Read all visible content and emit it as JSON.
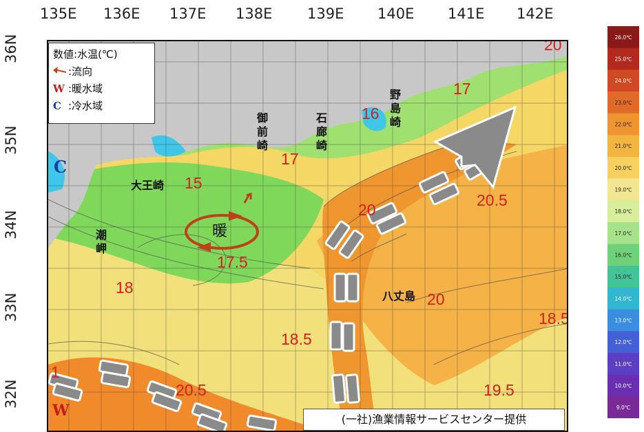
{
  "longitude_labels": [
    "135E",
    "136E",
    "137E",
    "138E",
    "139E",
    "140E",
    "141E",
    "142E"
  ],
  "latitude_labels": [
    "36N",
    "35N",
    "34N",
    "33N",
    "32N"
  ],
  "legend": {
    "items": [
      {
        "symbol": "数値",
        "text": ":水温(℃)"
      },
      {
        "symbol": "arrow-icon",
        "text": ":流向"
      },
      {
        "symbol": "W",
        "text": ":暖水域",
        "color": "#c0201a"
      },
      {
        "symbol": "C",
        "text": ":冷水域",
        "color": "#1a3f9a"
      }
    ]
  },
  "place_labels": {
    "daiosaki": "大王崎",
    "shiomisaki": "潮岬",
    "omaezaki": "御前崎",
    "irozaki": "石廊崎",
    "nojimazaki": "野島崎",
    "hachijojima": "八丈島",
    "warm_eddy": "暖"
  },
  "region_markers": {
    "cold": "C",
    "warm": "W"
  },
  "temperature_labels": [
    "20",
    "17",
    "16",
    "17",
    "15",
    "20",
    "20.5",
    "17.5",
    "18",
    "20",
    "18.5",
    "18.5",
    "1",
    "20.5",
    "19.5"
  ],
  "credit": "(一社)漁業情報サービスセンター提供",
  "colorbar": {
    "labels": [
      "26.0℃",
      "25.0℃",
      "24.0℃",
      "23.0℃",
      "22.0℃",
      "21.0℃",
      "20.0℃",
      "19.0℃",
      "18.0℃",
      "17.0℃",
      "16.0℃",
      "15.0℃",
      "14.0℃",
      "13.0℃",
      "12.0℃",
      "11.0℃",
      "10.0℃",
      "9.0℃"
    ],
    "colors": [
      "#8a1a1a",
      "#b22a1e",
      "#cf4a22",
      "#e06a28",
      "#ee9430",
      "#f4b440",
      "#f6d160",
      "#f2e690",
      "#d8ee9a",
      "#a6e28a",
      "#6fd27a",
      "#44c496",
      "#33b6cf",
      "#3a8ee0",
      "#4460d6",
      "#5a3fc4",
      "#6a2fb0",
      "#7a2a96"
    ]
  },
  "colors": {
    "land": "#c8c8c8",
    "coastal_cyan": "#3fc6e8",
    "cool_green": "#7fd85a",
    "mid_yellow": "#f2e07a",
    "warm_orange": "#f2a83a",
    "kuroshio": "#f08a2a",
    "current_arrow": "#808080",
    "temp_text": "#d42020",
    "eddy_ring": "#c0401a"
  }
}
